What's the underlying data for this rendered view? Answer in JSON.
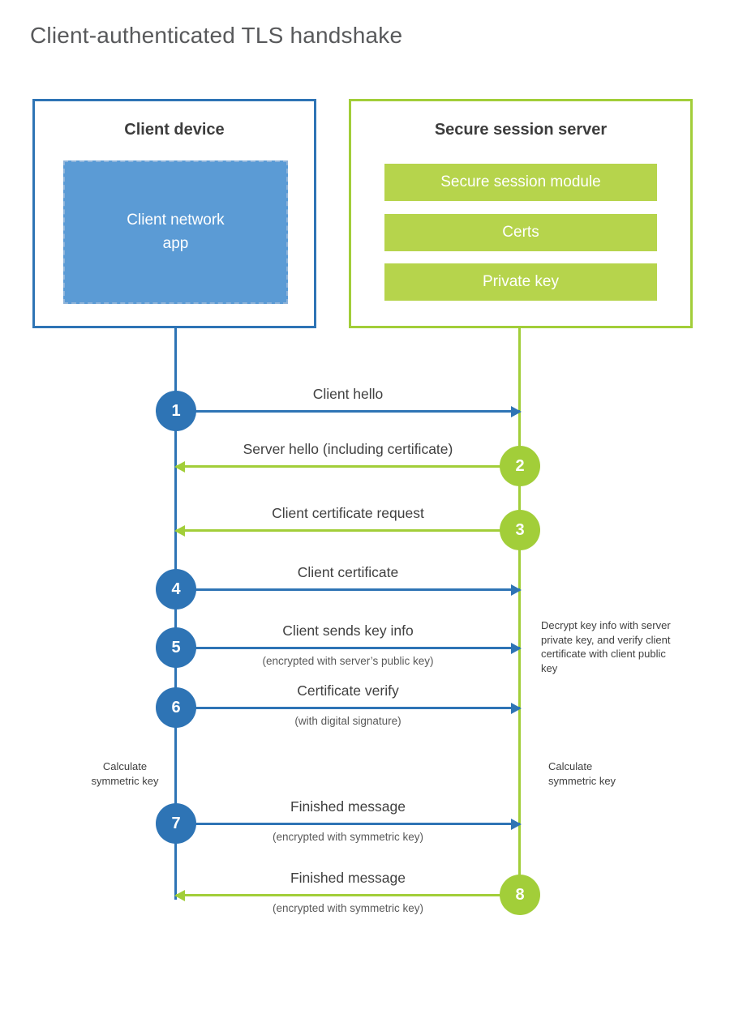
{
  "title": "Client-authenticated TLS handshake",
  "client_box": {
    "title": "Client device",
    "app_label": "Client network\napp"
  },
  "server_box": {
    "title": "Secure session server",
    "modules": [
      "Secure session module",
      "Certs",
      "Private key"
    ]
  },
  "steps": [
    {
      "num": "1",
      "label": "Client hello",
      "sub": "",
      "direction": "client-to-server"
    },
    {
      "num": "2",
      "label": "Server hello (including certificate)",
      "sub": "",
      "direction": "server-to-client"
    },
    {
      "num": "3",
      "label": "Client certificate request",
      "sub": "",
      "direction": "server-to-client"
    },
    {
      "num": "4",
      "label": "Client certificate",
      "sub": "",
      "direction": "client-to-server"
    },
    {
      "num": "5",
      "label": "Client sends key info",
      "sub": "(encrypted with server’s public key)",
      "direction": "client-to-server"
    },
    {
      "num": "6",
      "label": "Certificate verify",
      "sub": "(with digital signature)",
      "direction": "client-to-server"
    },
    {
      "num": "7",
      "label": "Finished message",
      "sub": "(encrypted with symmetric key)",
      "direction": "client-to-server"
    },
    {
      "num": "8",
      "label": "Finished message",
      "sub": "(encrypted with symmetric key)",
      "direction": "server-to-client"
    }
  ],
  "annotations": {
    "decrypt_note": "Decrypt key info with server private key, and verify client certificate with client public key",
    "calc_left": "Calculate symmetric key",
    "calc_right": "Calculate symmetric key"
  },
  "colors": {
    "blue": "#2e74b5",
    "blue_fill": "#5b9bd5",
    "green": "#a2ce39",
    "green_fill": "#b6d44c"
  }
}
